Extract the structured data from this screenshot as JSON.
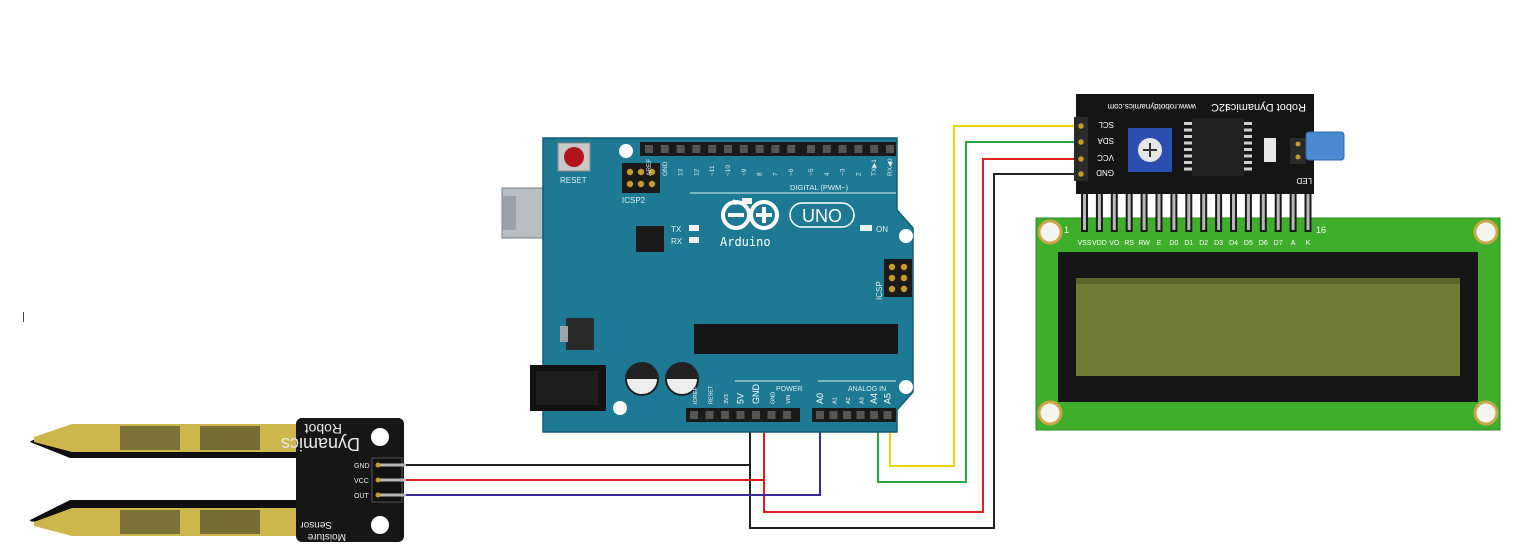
{
  "arduino": {
    "reset_label": "RESET",
    "icsp2_label": "ICSP2",
    "icsp_label": "ICSP",
    "brand": "Arduino",
    "model": "UNO",
    "led_l": "L",
    "led_tx": "TX",
    "led_rx": "RX",
    "led_on": "ON",
    "digital_label": "DIGITAL (PWM~)",
    "digital_pins": [
      "AREF",
      "GND",
      "13",
      "12",
      "~11",
      "~10",
      "~9",
      "8",
      "7",
      "~6",
      "~5",
      "4",
      "~3",
      "2",
      "TX▶1",
      "RX◀0"
    ],
    "power_label": "POWER",
    "power_pins": [
      "IOREF",
      "RESET",
      "3V3",
      "5V",
      "GND",
      "GND",
      "VIN"
    ],
    "analog_label": "ANALOG IN",
    "analog_pins": [
      "A0",
      "A1",
      "A2",
      "A3",
      "A4",
      "A5"
    ]
  },
  "sensor": {
    "brand": "Robot",
    "brand2": "Dynamics",
    "title": "Moisture",
    "title2": "Sensor",
    "pins": [
      "GND",
      "VCC",
      "OUT"
    ]
  },
  "i2c": {
    "brand": "Robot Dynamics",
    "type": "I2C",
    "url": "www.robotdynamics.com",
    "pins": [
      "SCL",
      "SDA",
      "VCC",
      "GND"
    ],
    "led_label": "LED"
  },
  "lcd": {
    "first_pin": "1",
    "last_pin": "16",
    "pin_labels": [
      "VSS",
      "VDD",
      "VO",
      "RS",
      "RW",
      "E",
      "D0",
      "D1",
      "D2",
      "D3",
      "D4",
      "D5",
      "D6",
      "D7",
      "A",
      "K"
    ]
  },
  "wires": {
    "colors": {
      "gnd": "#222222",
      "vcc": "#e02020",
      "analog_out": "#3a2a9a",
      "scl": "#e8d800",
      "sda": "#27a844"
    }
  }
}
